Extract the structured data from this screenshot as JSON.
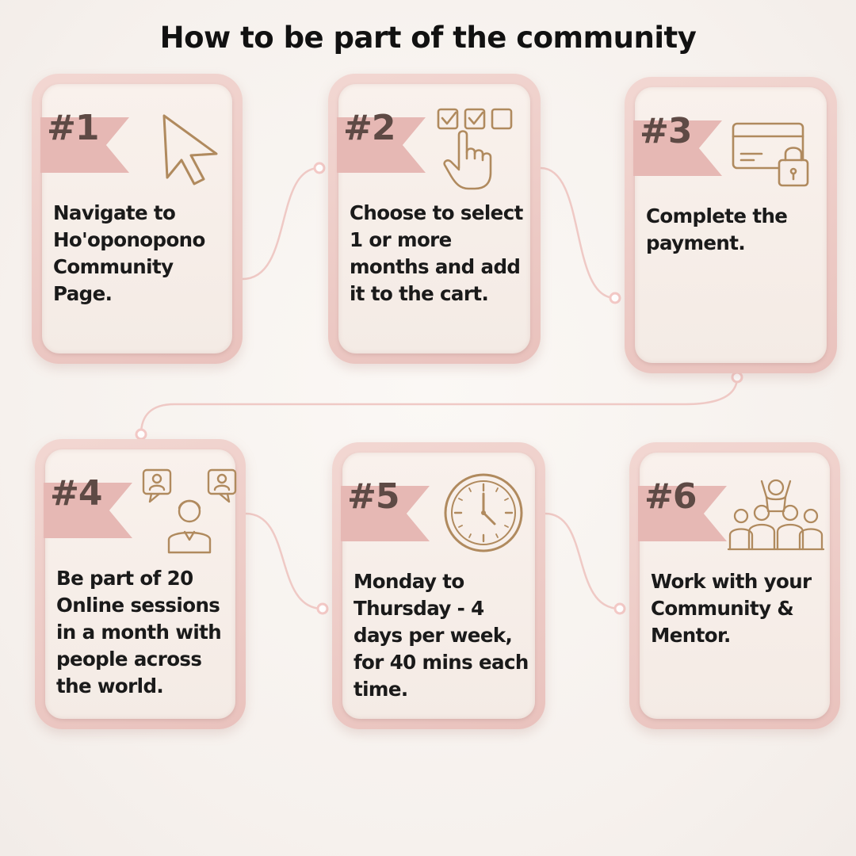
{
  "title": "How to be part of the community",
  "steps": [
    {
      "number": "#1",
      "icon": "cursor-arrow-icon",
      "text": "Navigate to Ho'oponopono Community Page."
    },
    {
      "number": "#2",
      "icon": "checkbox-hand-icon",
      "text": "Choose to select 1 or more months and add it to the cart."
    },
    {
      "number": "#3",
      "icon": "credit-card-lock-icon",
      "text": "Complete the payment."
    },
    {
      "number": "#4",
      "icon": "online-meeting-icon",
      "text": "Be part of 20 Online sessions in a month with people across the world."
    },
    {
      "number": "#5",
      "icon": "clock-icon",
      "text": "Monday to Thursday - 4 days per week, for 40 mins each time."
    },
    {
      "number": "#6",
      "icon": "community-group-icon",
      "text": "Work with your Community & Mentor."
    }
  ],
  "colors": {
    "card_border": "#e9c2bd",
    "card_fill": "#f7eee9",
    "ribbon": "#e6b8b4",
    "icon_stroke": "#b08a5e",
    "number_text": "#5e4a45",
    "connector": "#efc9c5"
  }
}
